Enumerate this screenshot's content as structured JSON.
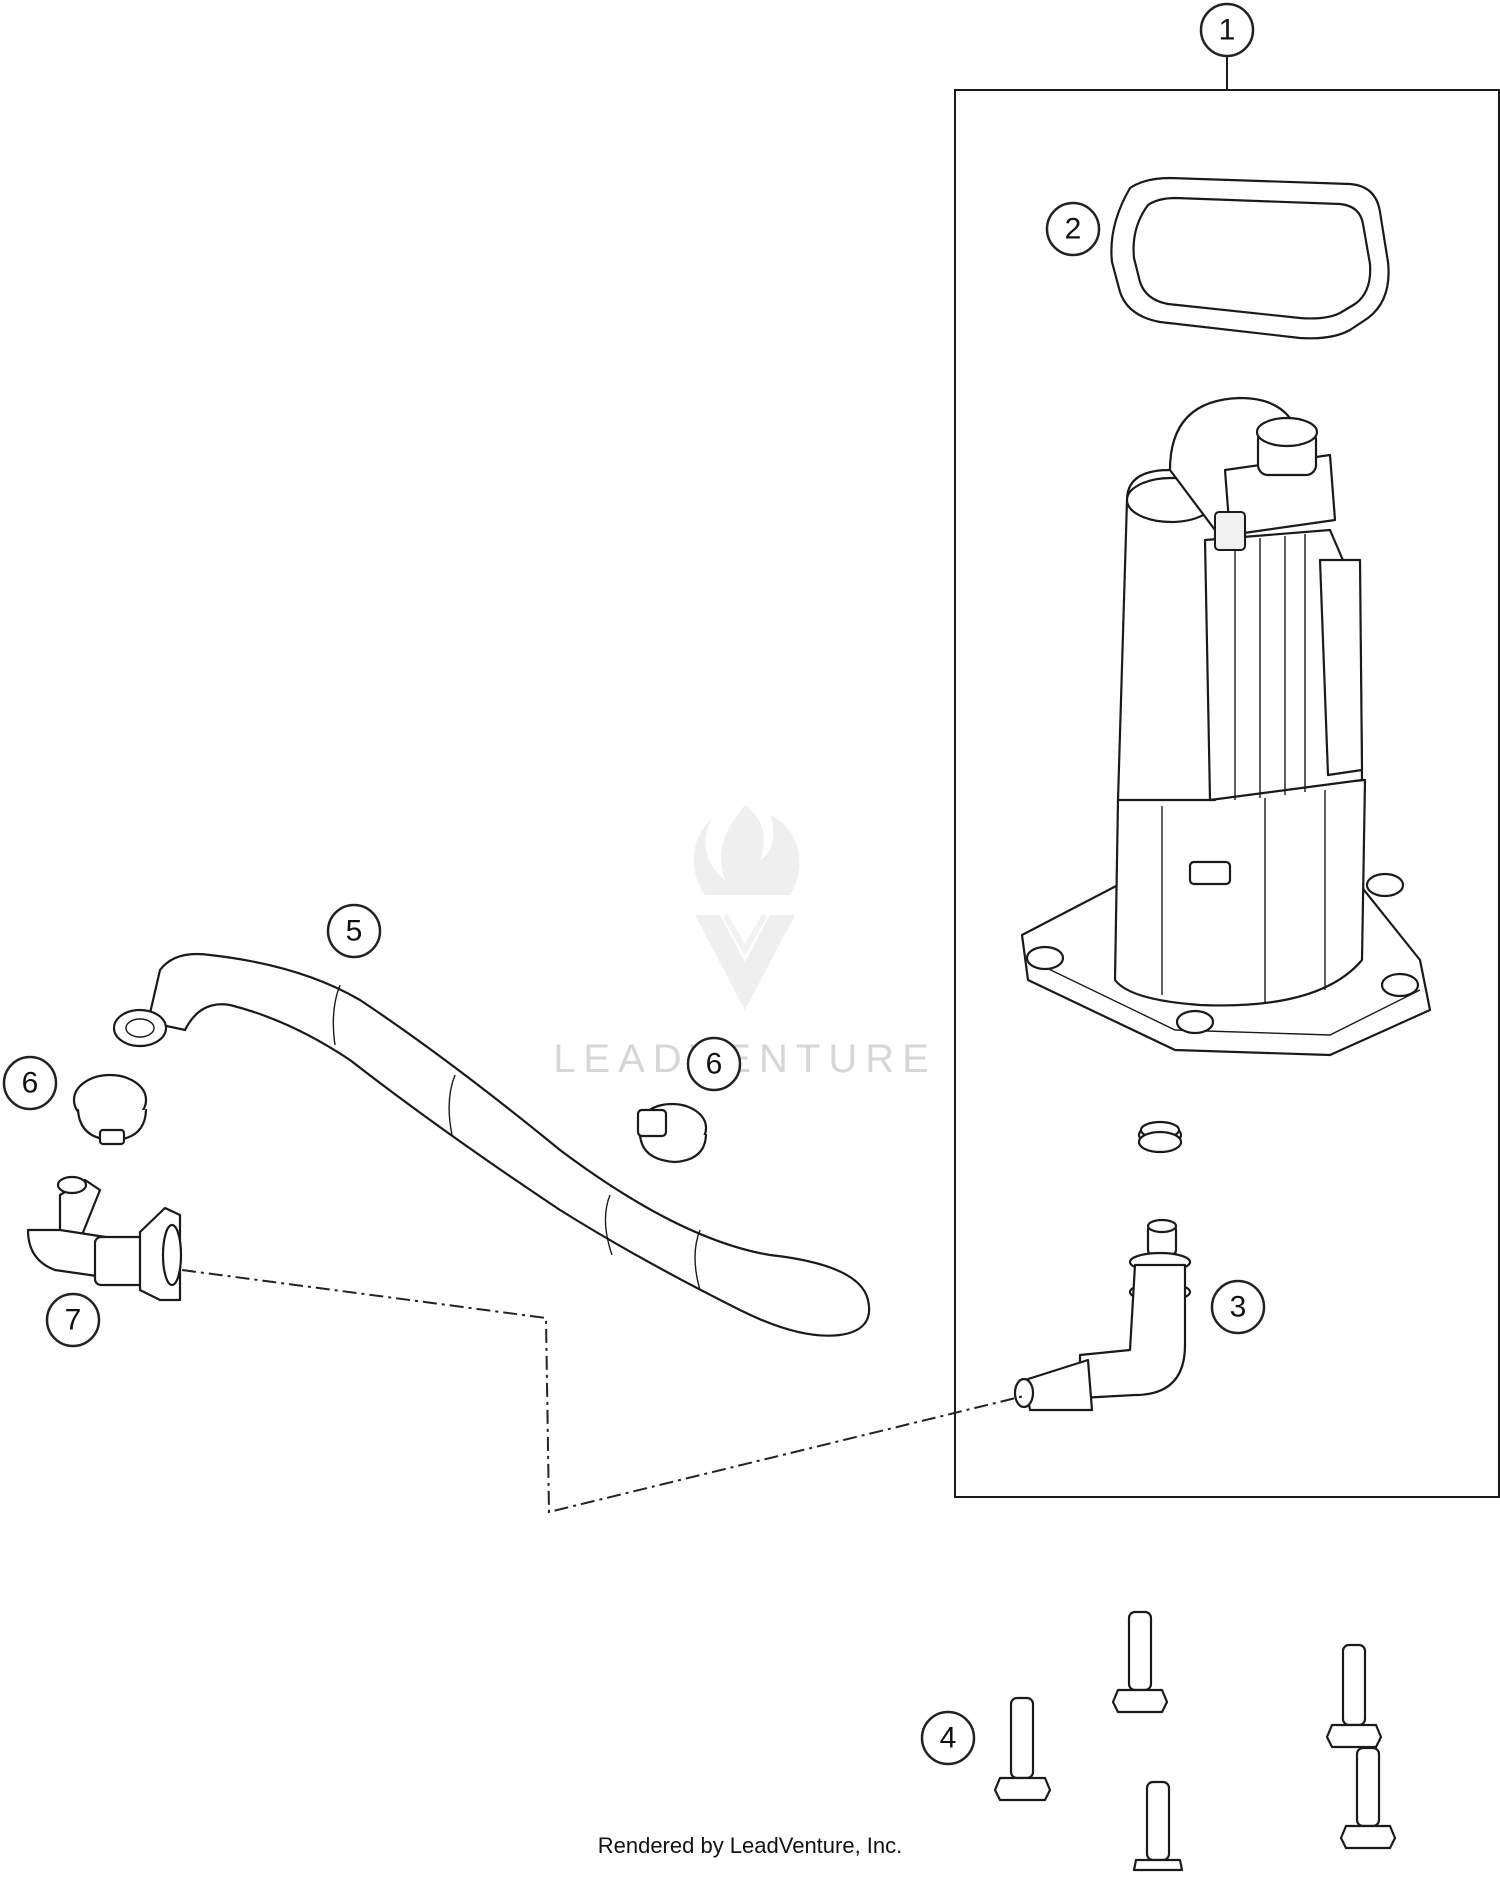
{
  "callouts": [
    {
      "id": "1",
      "label": "1"
    },
    {
      "id": "2",
      "label": "2"
    },
    {
      "id": "3",
      "label": "3"
    },
    {
      "id": "4",
      "label": "4"
    },
    {
      "id": "5",
      "label": "5"
    },
    {
      "id": "6a",
      "label": "6"
    },
    {
      "id": "6b",
      "label": "6"
    },
    {
      "id": "7",
      "label": "7"
    }
  ],
  "watermark": {
    "text": "LEADVENTURE"
  },
  "footer": {
    "credit": "Rendered by LeadVenture, Inc."
  },
  "colors": {
    "line": "#1a1a1a",
    "watermark": "#d6d6d6",
    "background": "#ffffff"
  }
}
